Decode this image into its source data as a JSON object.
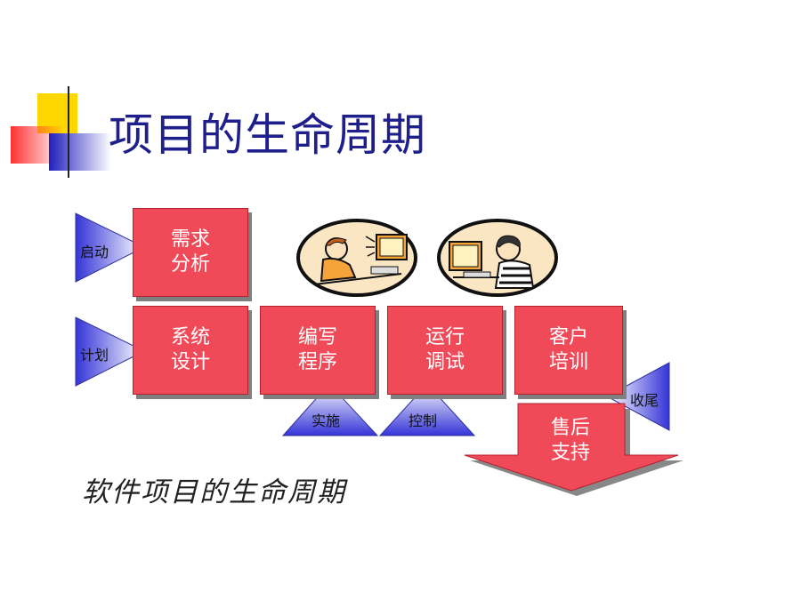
{
  "title": "项目的生命周期",
  "subtitle": "软件项目的生命周期",
  "colors": {
    "box_fill": "#f04a58",
    "title_color": "#1e1e8c",
    "triangle_blue": "#3b3bdc",
    "triangle_light": "#ffffff"
  },
  "phases": {
    "requirements": {
      "line1": "需求",
      "line2": "分析"
    },
    "design": {
      "line1": "系统",
      "line2": "设计"
    },
    "coding": {
      "line1": "编写",
      "line2": "程序"
    },
    "testing": {
      "line1": "运行",
      "line2": "调试"
    },
    "training": {
      "line1": "客户",
      "line2": "培训"
    },
    "support": {
      "line1": "售后",
      "line2": "支持"
    }
  },
  "markers": {
    "start": "启动",
    "plan": "计划",
    "implement": "实施",
    "control": "控制",
    "close": "收尾"
  }
}
